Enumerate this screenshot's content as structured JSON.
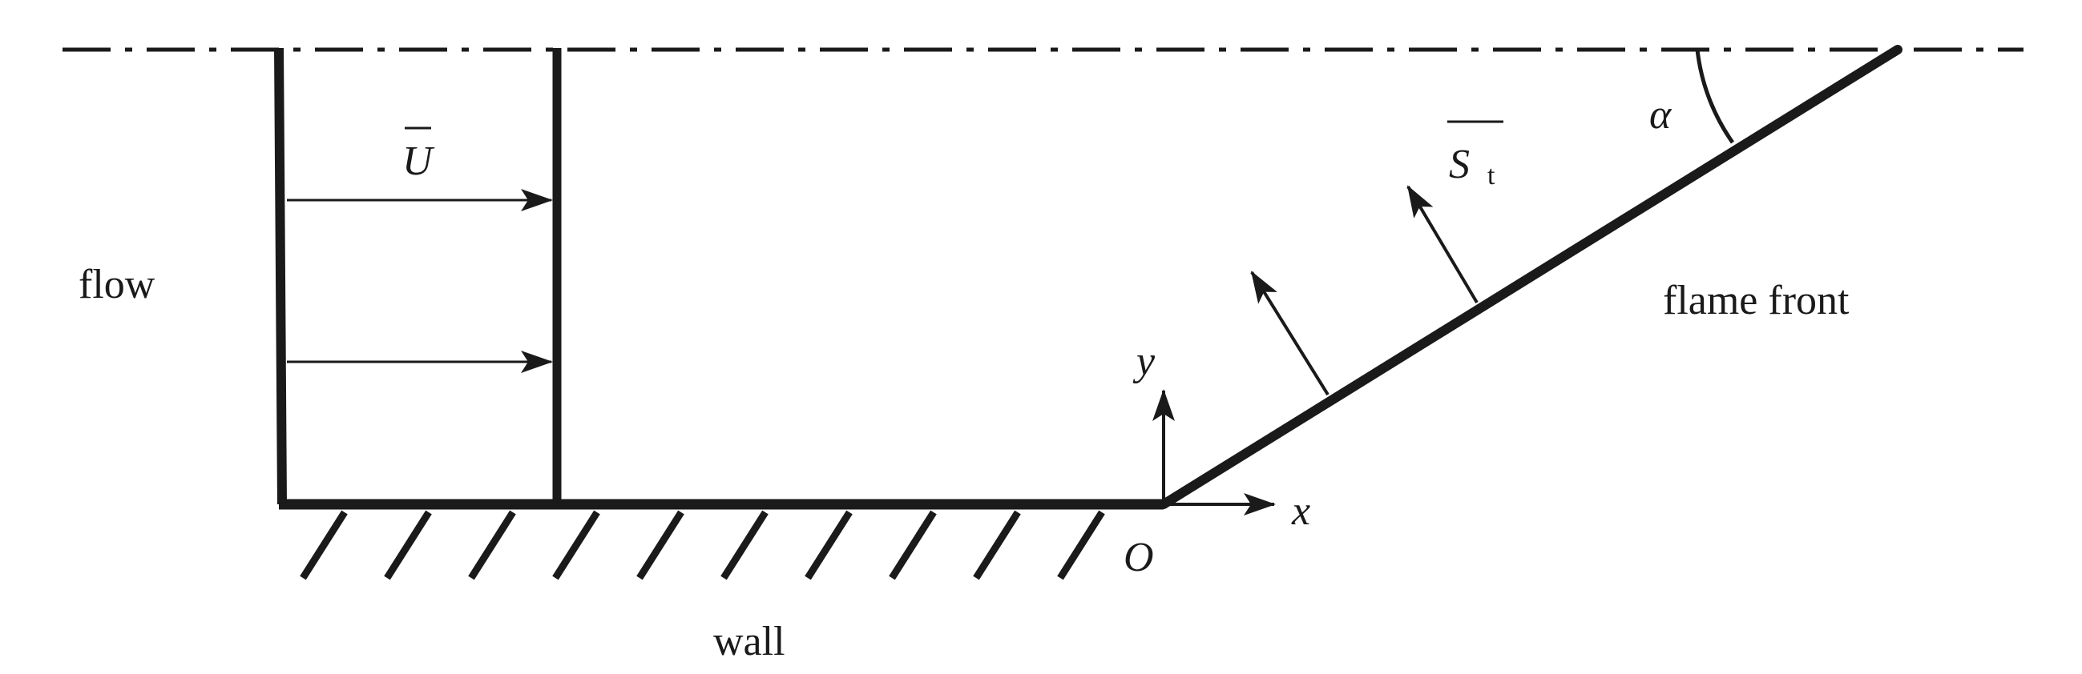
{
  "labels": {
    "flow": "flow",
    "wall": "wall",
    "flame_front": "flame front",
    "velocity_symbol": "U",
    "burning_velocity_symbol": "S",
    "burning_velocity_subscript": "t",
    "angle_symbol": "α",
    "origin": "O",
    "x_axis": "x",
    "y_axis": "y"
  },
  "colors": {
    "line": "#1a1a1a",
    "background": "#ffffff"
  }
}
